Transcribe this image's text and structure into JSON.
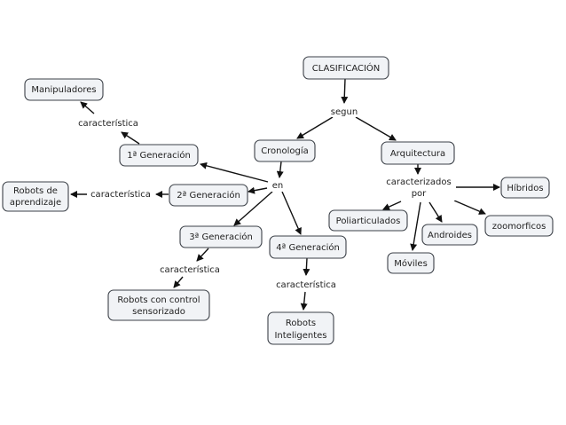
{
  "nodes": {
    "clasificacion": "CLASIFICACIÓN",
    "cronologia": "Cronología",
    "arquitectura": "Arquitectura",
    "manipuladores": "Manipuladores",
    "gen1": "1ª Generación",
    "gen2": "2ª Generación",
    "gen3": "3ª Generación",
    "gen4": "4ª Generación",
    "robots_aprendizaje": [
      "Robots de",
      "aprendizaje"
    ],
    "robots_control": [
      "Robots con control",
      "sensorizado"
    ],
    "robots_inteligentes": [
      "Robots",
      "Inteligentes"
    ],
    "hibridos": "Híbridos",
    "poliarticulados": "Poliarticulados",
    "androides": "Androides",
    "zoomorficos": "zoomorficos",
    "moviles": "Móviles"
  },
  "labels": {
    "segun": "segun",
    "en": "en",
    "caract_1": "característica",
    "caract_2": "característica",
    "caract_3": "característica",
    "caract_4": "característica",
    "caracterizados": [
      "caracterizados",
      "por"
    ]
  }
}
